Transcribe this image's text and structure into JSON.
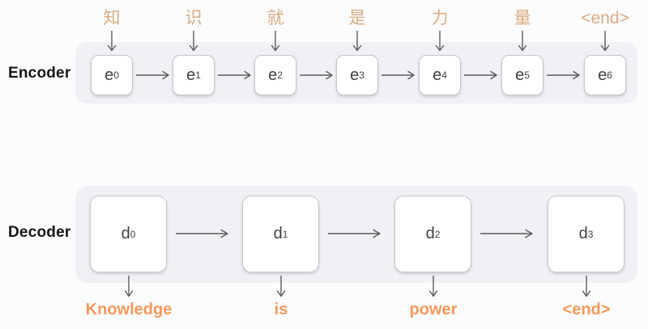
{
  "colors": {
    "background": "#fdfcfd",
    "tray": "#f1f0f5",
    "cell_border": "#c7c6cc",
    "cell_text": "#414144",
    "arrow": "#5c5c60",
    "label": "#171719",
    "encoder_input_text": "#d9ab84",
    "decoder_output_text": "#f8985c"
  },
  "encoder": {
    "label": "Encoder",
    "units": [
      {
        "input": "知",
        "cell": "e",
        "index": "0"
      },
      {
        "input": "识",
        "cell": "e",
        "index": "1"
      },
      {
        "input": "就",
        "cell": "e",
        "index": "2"
      },
      {
        "input": "是",
        "cell": "e",
        "index": "3"
      },
      {
        "input": "力",
        "cell": "e",
        "index": "4"
      },
      {
        "input": "量",
        "cell": "e",
        "index": "5"
      },
      {
        "input": "<end>",
        "cell": "e",
        "index": "6"
      }
    ]
  },
  "decoder": {
    "label": "Decoder",
    "units": [
      {
        "cell": "d",
        "index": "0",
        "output": "Knowledge"
      },
      {
        "cell": "d",
        "index": "1",
        "output": "is"
      },
      {
        "cell": "d",
        "index": "2",
        "output": "power"
      },
      {
        "cell": "d",
        "index": "3",
        "output": "<end>"
      }
    ]
  }
}
